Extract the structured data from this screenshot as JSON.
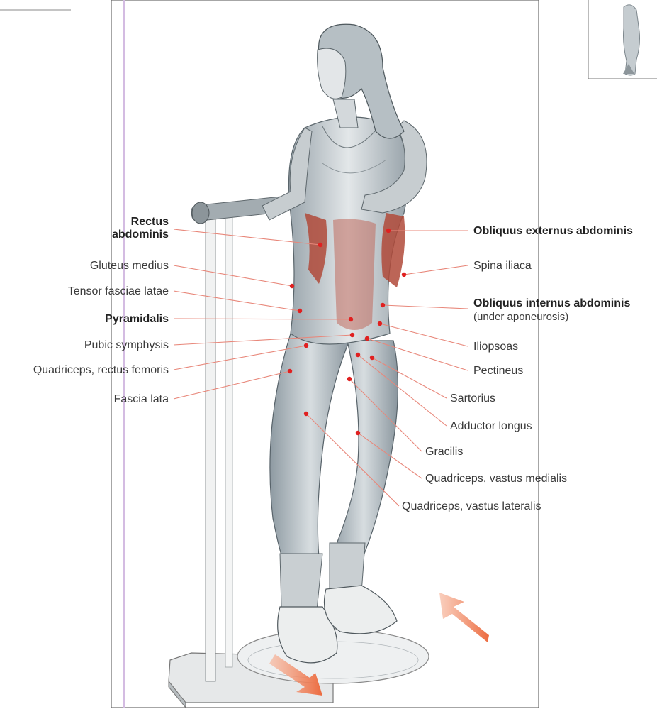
{
  "labels_left": {
    "rectus_line1": "Rectus",
    "rectus_line2": "abdominis",
    "gluteus_medius": "Gluteus medius",
    "tensor_fasciae_latae": "Tensor fasciae latae",
    "pyramidalis": "Pyramidalis",
    "pubic_symphysis": "Pubic symphysis",
    "quadriceps_rectus_femoris": "Quadriceps, rectus femoris",
    "fascia_lata": "Fascia lata"
  },
  "labels_right": {
    "obliquus_externus": "Obliquus externus abdominis",
    "spina_iliaca": "Spina iliaca",
    "obliquus_internus": "Obliquus internus abdominis",
    "under_aponeurosis": "(under aponeurosis)",
    "iliopsoas": "Iliopsoas",
    "pectineus": "Pectineus",
    "sartorius": "Sartorius",
    "adductor_longus": "Adductor longus",
    "gracilis": "Gracilis",
    "vastus_medialis": "Quadriceps, vastus medialis",
    "vastus_lateralis": "Quadriceps, vastus lateralis"
  },
  "colors": {
    "leader_line": "#e8877a",
    "marker_dot": "#e02020",
    "highlighted_muscle": "#b04a3a",
    "arrow": "#f0784e",
    "skin_sketch": "#9aa6ad",
    "frame_line": "#c8b4d8"
  }
}
